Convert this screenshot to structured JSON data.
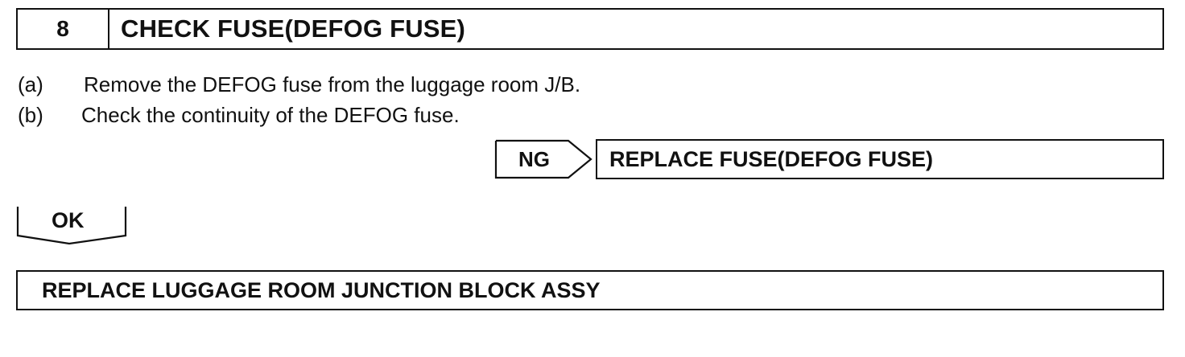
{
  "step": {
    "number": "8",
    "title": "CHECK FUSE(DEFOG FUSE)"
  },
  "instructions": [
    {
      "letter": "(a)",
      "text": "Remove the DEFOG fuse from the luggage room J/B."
    },
    {
      "letter": "(b)",
      "text": "Check the continuity of the DEFOG fuse."
    }
  ],
  "ng_branch": {
    "label": "NG",
    "result": "REPLACE FUSE(DEFOG FUSE)"
  },
  "ok_branch": {
    "label": "OK"
  },
  "final_result": "REPLACE LUGGAGE ROOM JUNCTION BLOCK ASSY"
}
